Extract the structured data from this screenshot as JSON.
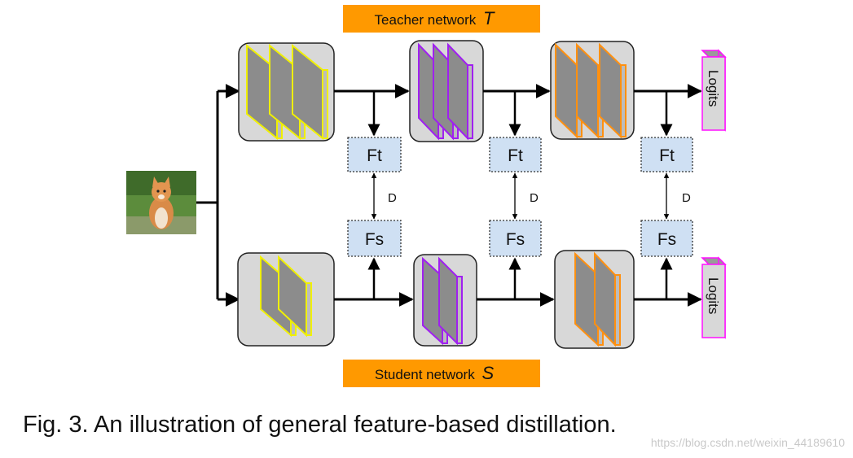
{
  "teacher": {
    "label": "Teacher network",
    "symbol": "T"
  },
  "student": {
    "label": "Student network",
    "symbol": "S"
  },
  "teacher_feature_label": "Ft",
  "student_feature_label": "Fs",
  "distance_label": "D",
  "output_label": "Logits",
  "caption": "Fig. 3. An illustration of general feature-based distillation.",
  "watermark": "https://blog.csdn.net/weixin_44189610",
  "colors": {
    "stage1": "#f0f000",
    "stage2": "#a020f0",
    "stage3": "#ff9010",
    "banner": "#ff9900",
    "feature_box": "#cfe0f3",
    "logits": "#ff10ff",
    "block_bg": "#d8d8d8",
    "slab_face": "#8c8c8c"
  },
  "icons": {
    "input_image": "kitten-photo-icon"
  }
}
